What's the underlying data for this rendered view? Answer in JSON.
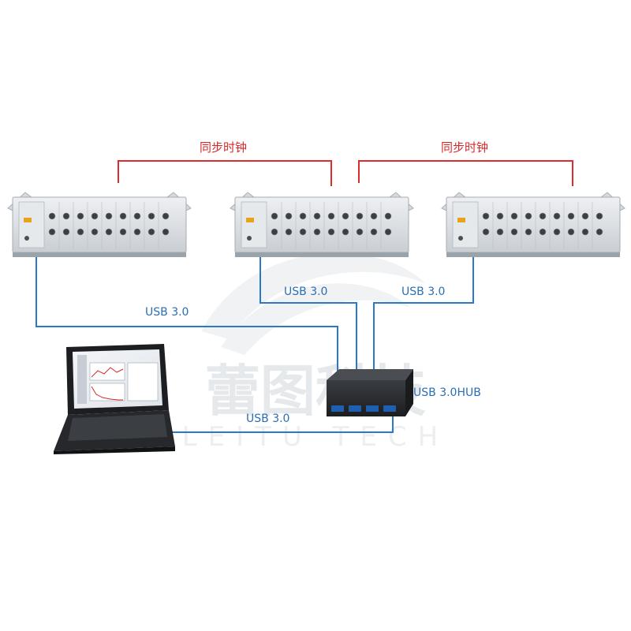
{
  "sync_clock_labels": [
    "同步时钟",
    "同步时钟"
  ],
  "usb_labels": {
    "chassis_1": "USB 3.0",
    "chassis_2": "USB 3.0",
    "chassis_3": "USB 3.0",
    "laptop": "USB 3.0",
    "hub": "USB 3.0HUB"
  },
  "watermark": {
    "logo_text": "蕾图科技",
    "latin": "LEITU TECH"
  },
  "colors": {
    "sync_line": "#e02b2b",
    "usb_line": "#2a78c8",
    "label_red": "#d42a2a",
    "label_blue": "#2a6fb5",
    "chassis_body": "#dfe3e6",
    "hub_body": "#2a2c2f"
  },
  "icons": [
    "daq-chassis-icon",
    "usb-hub-icon",
    "laptop-icon",
    "watermark-logo"
  ]
}
